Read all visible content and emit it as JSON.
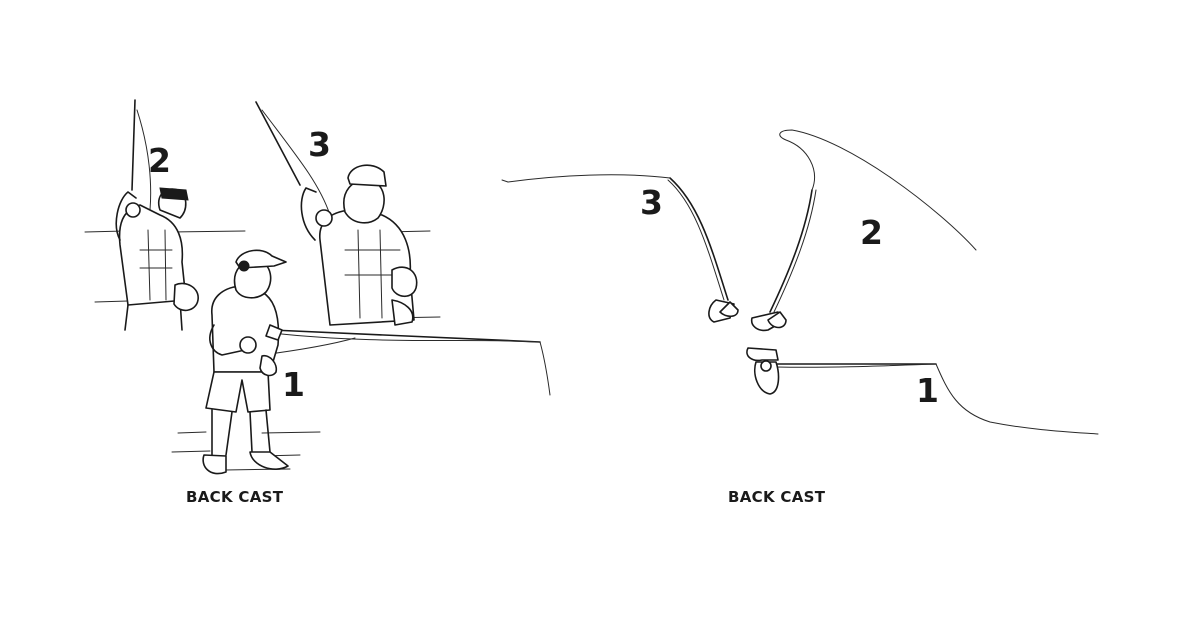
{
  "left_panel": {
    "caption": "BACK CAST",
    "step_labels": [
      "1",
      "2",
      "3"
    ]
  },
  "right_panel": {
    "caption": "BACK CAST",
    "step_labels": [
      "1",
      "2",
      "3"
    ]
  }
}
